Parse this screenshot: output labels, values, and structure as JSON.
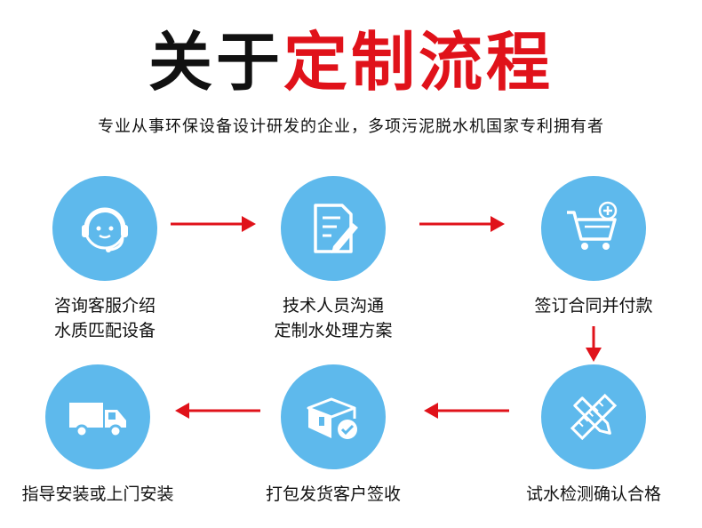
{
  "header": {
    "title_black": "关于",
    "title_red": "定制流程",
    "subtitle": "专业从事环保设备设计研发的企业，多项污泥脱水机国家专利拥有者"
  },
  "steps": [
    {
      "line1": "咨询客服介绍",
      "line2": "水质匹配设备",
      "icon": "customer-service-icon"
    },
    {
      "line1": "技术人员沟通",
      "line2": "定制水处理方案",
      "icon": "document-edit-icon"
    },
    {
      "line1": "签订合同并付款",
      "line2": "",
      "icon": "shopping-cart-icon"
    },
    {
      "line1": "试水检测确认合格",
      "line2": "",
      "icon": "pencil-ruler-icon"
    },
    {
      "line1": "打包发货客户签收",
      "line2": "",
      "icon": "package-check-icon"
    },
    {
      "line1": "指导安装或上门安装",
      "line2": "",
      "icon": "delivery-truck-icon"
    }
  ],
  "colors": {
    "accent_red": "#e0121a",
    "circle_blue": "#5eb9ec"
  }
}
